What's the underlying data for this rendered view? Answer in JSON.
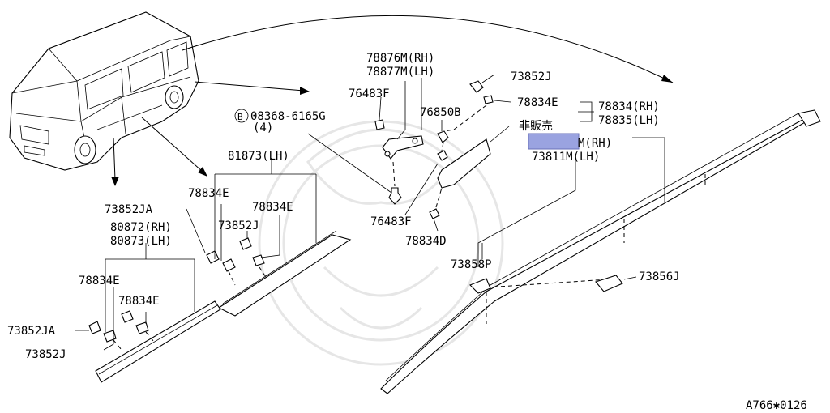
{
  "callouts": {
    "p78876": "78876M(RH)",
    "p78877": "78877M(LH)",
    "p76483f_top": "76483F",
    "p73852j_top": "73852J",
    "p78834e_top": "78834E",
    "p78834rh": "78834(RH)",
    "p78835lh": "78835(LH)",
    "p76850b": "76850B",
    "p08368_prefix": "B",
    "p08368": "08368-6165G",
    "p08368_qty": "(4)",
    "not_for_sale": "非販売",
    "p78810rh_suffix": "M(RH)",
    "p73811lh": "73811M(LH)",
    "p81873lh": "81873(LH)",
    "p78834e_mid_left": "78834E",
    "p78834e_mid_right": "78834E",
    "p73852ja_mid": "73852JA",
    "p73852j_mid": "73852J",
    "p80872rh": "80872(RH)",
    "p80873lh": "80873(LH)",
    "p76483f_bottom": "76483F",
    "p78834d": "78834D",
    "p73858p": "73858P",
    "p73856j": "73856J",
    "p78834e_low_left": "78834E",
    "p78834e_low_right": "78834E",
    "p73852ja_low": "73852JA",
    "p73852j_low": "73852J",
    "diagram_code": "A766✱0126"
  },
  "redaction_color": "#9aa3e0"
}
